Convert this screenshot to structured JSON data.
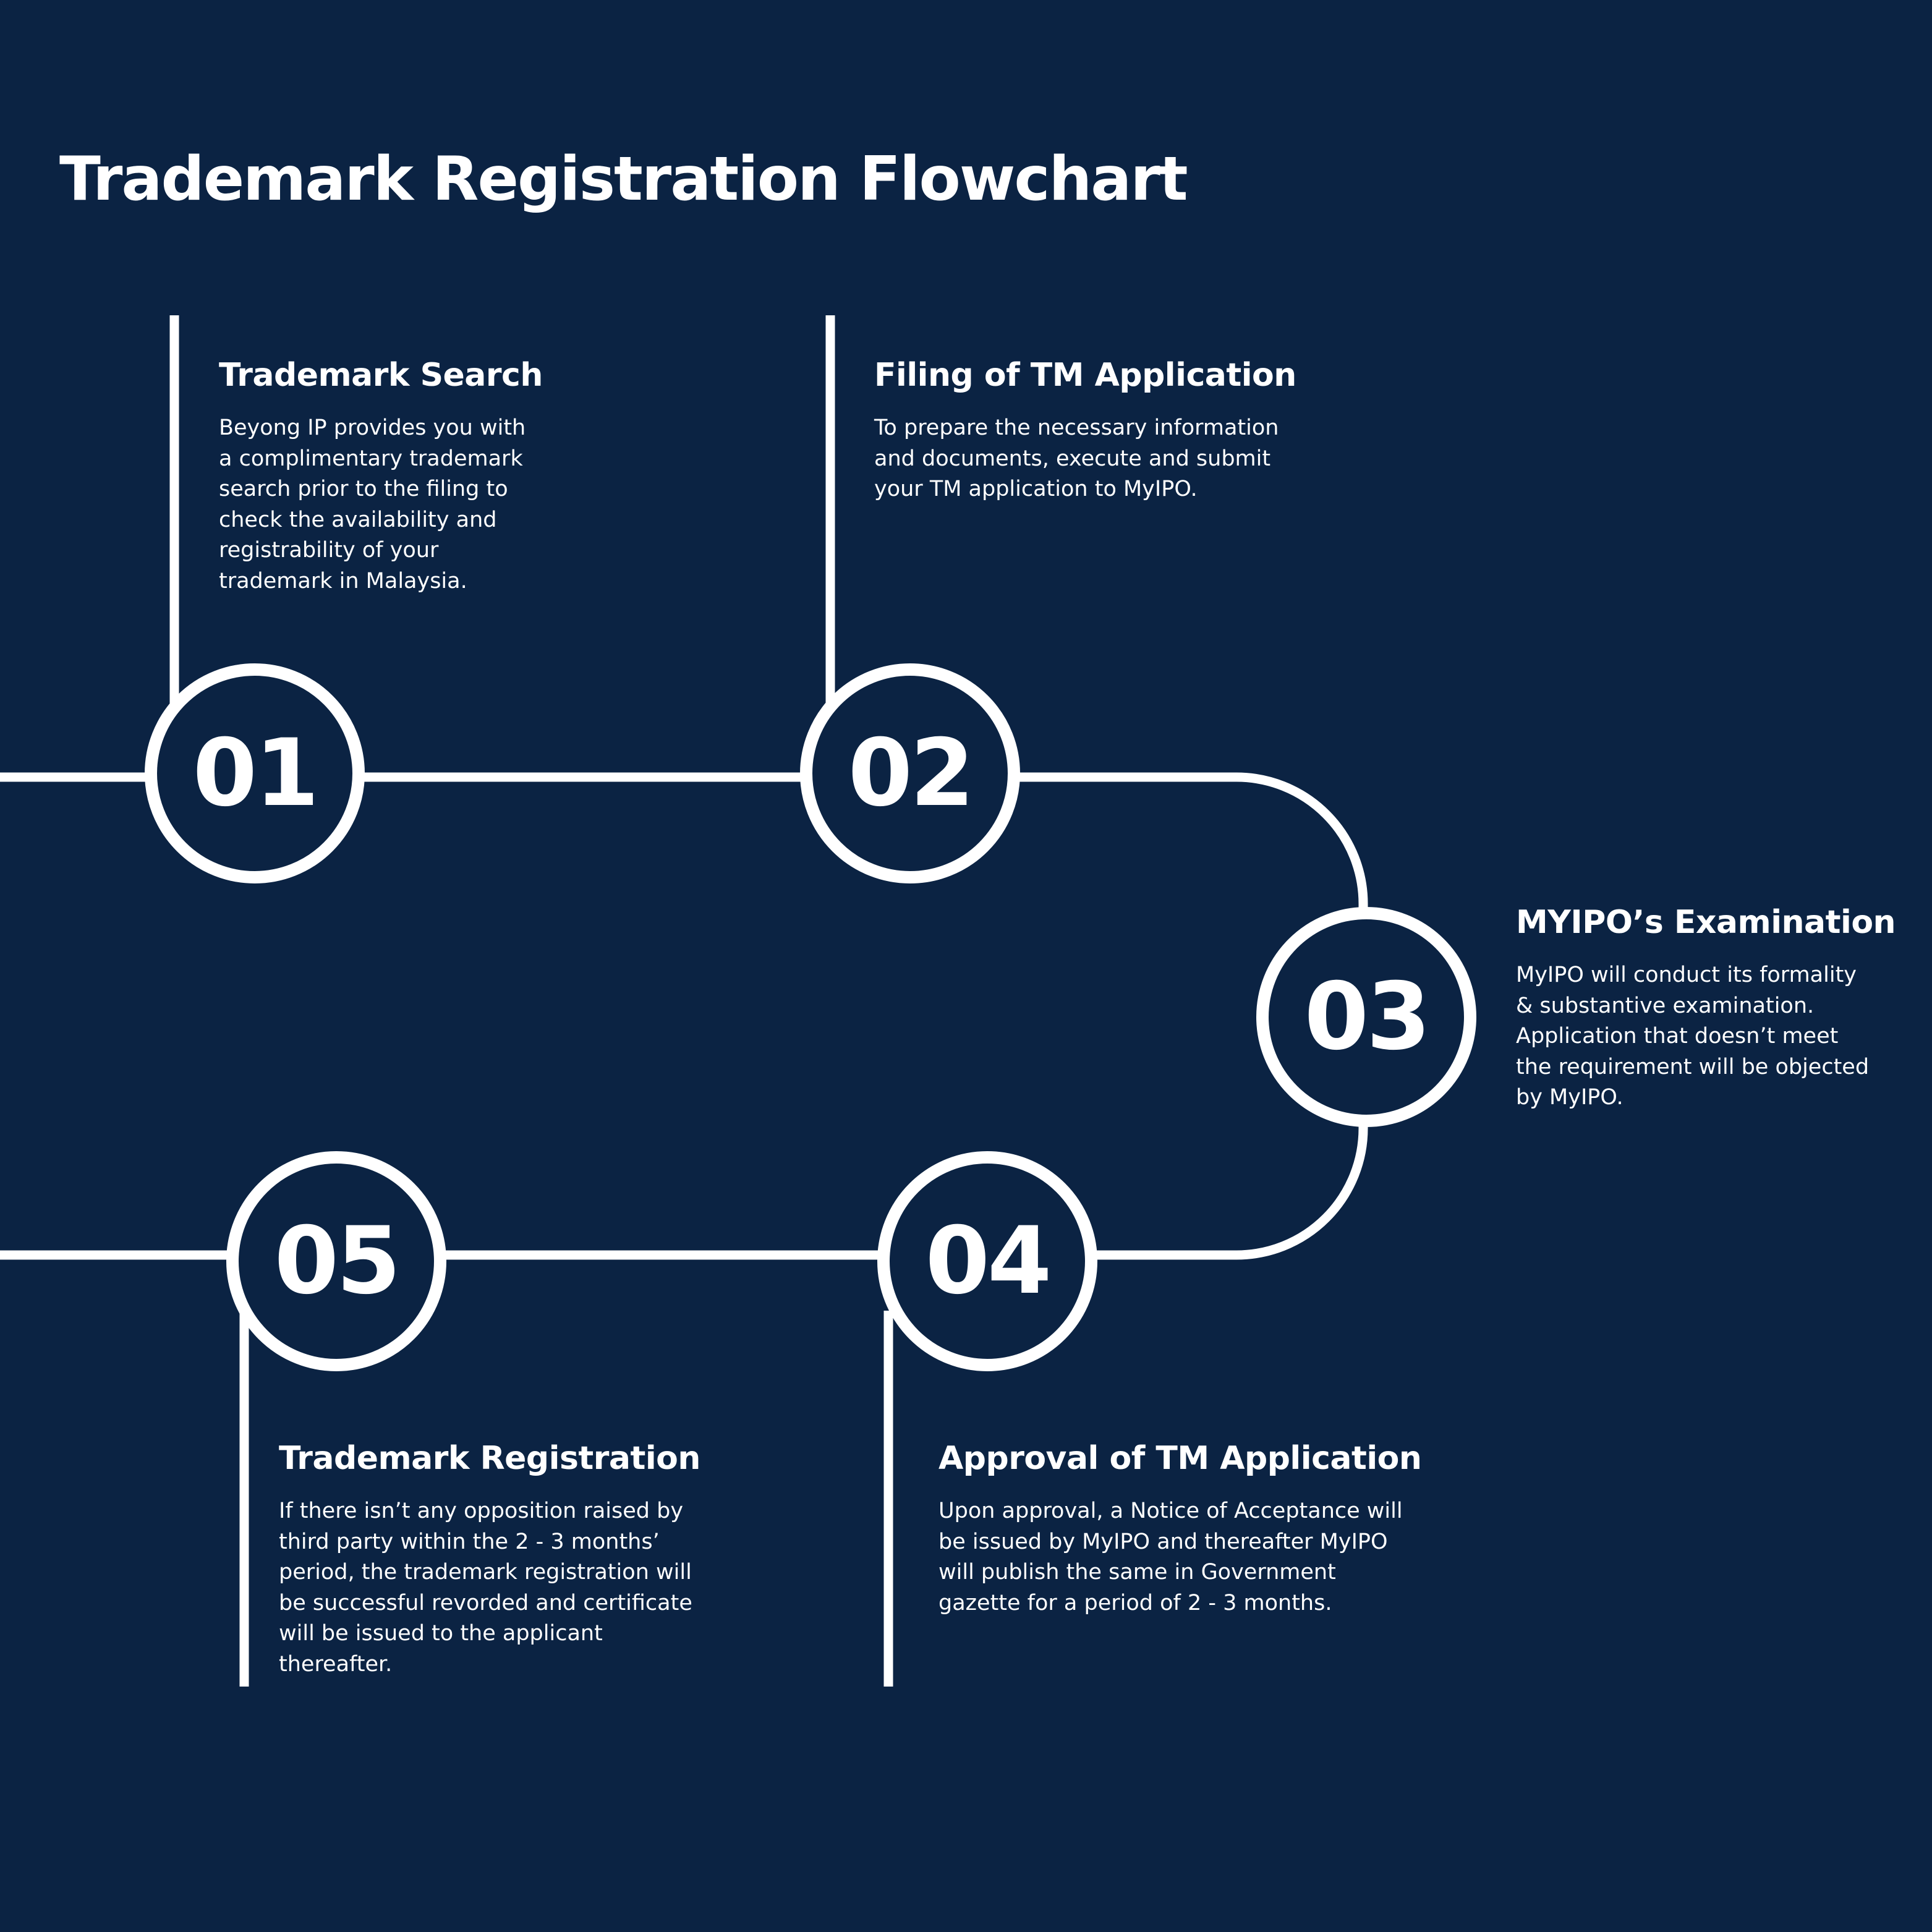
{
  "title": "Trademark Registration Flowchart",
  "colors": {
    "background": "#0b2343",
    "foreground": "#ffffff"
  },
  "steps": [
    {
      "number": "01",
      "title": "Trademark Search",
      "description": "Beyong IP provides you with\na complimentary trademark\nsearch prior to the filing to\ncheck the availability and\nregistrability of your\ntrademark in Malaysia."
    },
    {
      "number": "02",
      "title": "Filing of TM Application",
      "description": "To prepare the necessary information\nand documents, execute and submit\nyour TM application to MyIPO."
    },
    {
      "number": "03",
      "title": "MYIPO’s Examination",
      "description": "MyIPO will conduct its formality\n& substantive examination.\nApplication that doesn’t meet\nthe requirement will be objected\nby MyIPO."
    },
    {
      "number": "04",
      "title": "Approval of TM Application",
      "description": "Upon approval, a Notice of Acceptance will\nbe issued by MyIPO and thereafter MyIPO\nwill publish the same in Government\ngazette for a period of 2 - 3 months."
    },
    {
      "number": "05",
      "title": "Trademark Registration",
      "description": "If there isn’t any opposition raised by\nthird party within the 2 - 3 months’\nperiod, the trademark registration will\nbe successful revorded and certificate\nwill be issued to the applicant\nthereafter."
    }
  ]
}
